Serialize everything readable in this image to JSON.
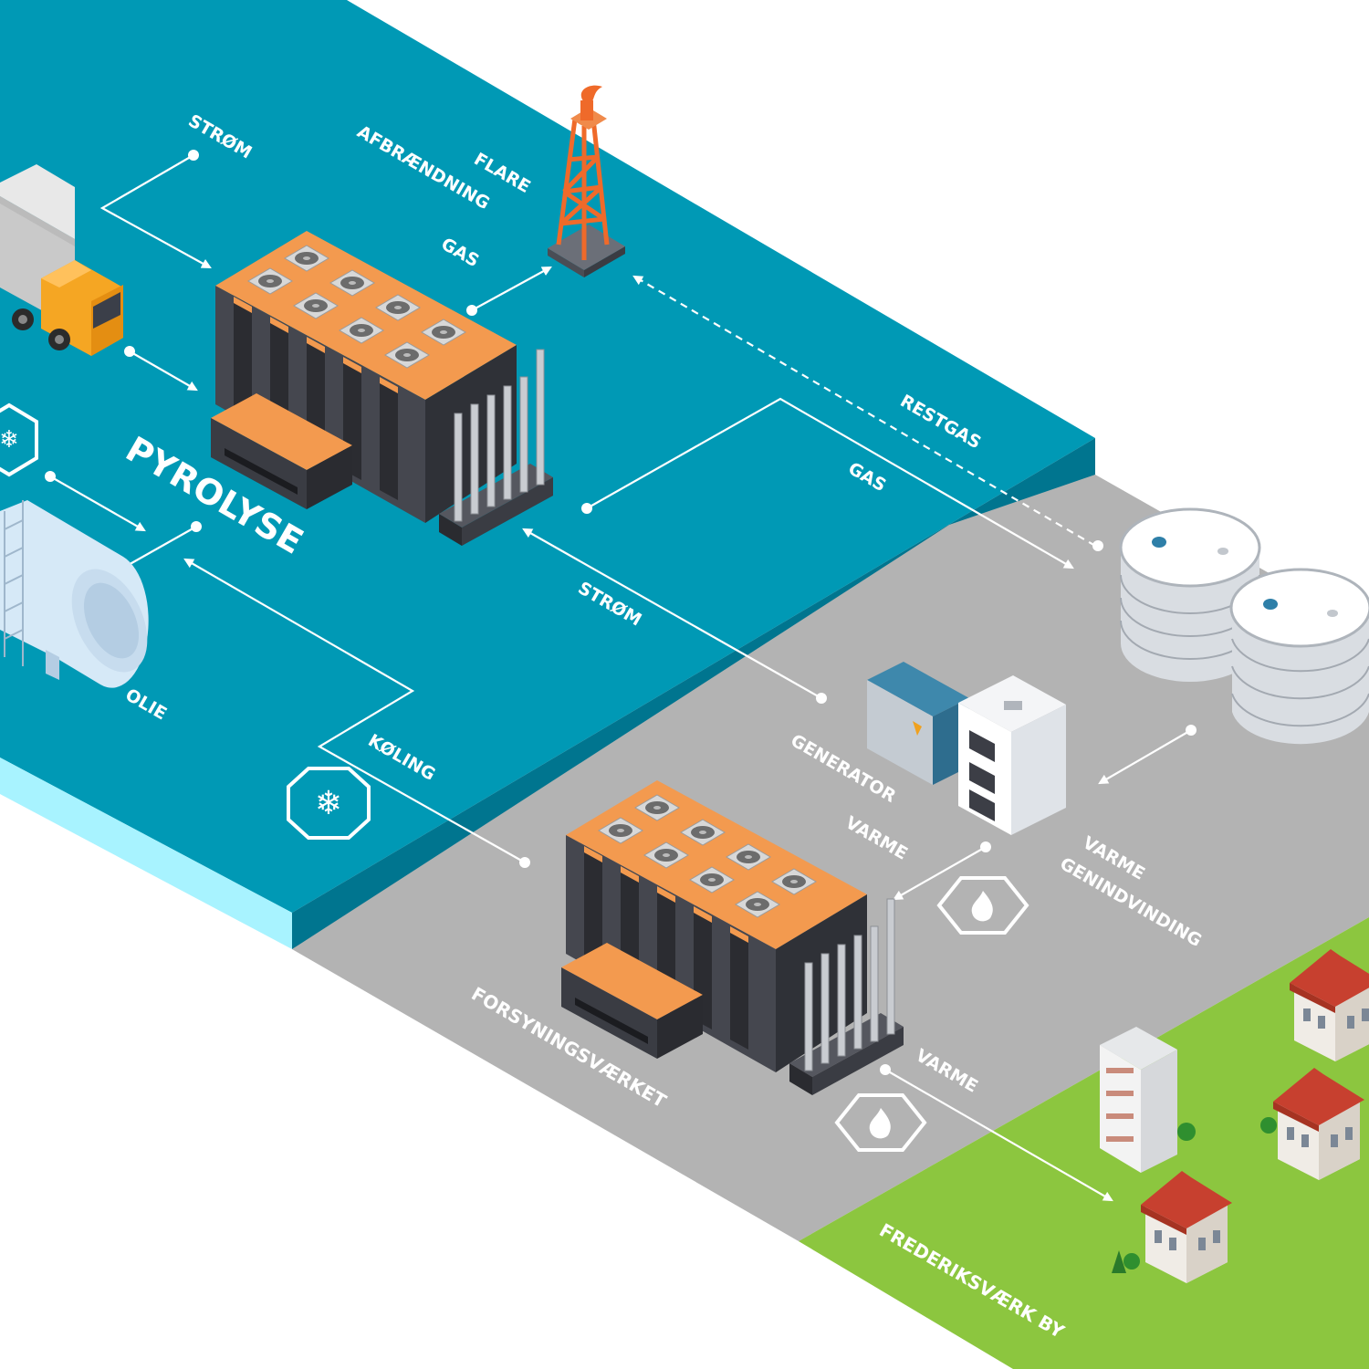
{
  "colors": {
    "pyrolysis_zone": "#0099b5",
    "utility_zone": "#b3b3b3",
    "town_zone": "#8cc63f",
    "building_roof": "#f39a4f",
    "building_wall": "#3f4149",
    "flare_tower": "#ef6a2a"
  },
  "zones": {
    "pyrolysis": "PYROLYSE",
    "utility": "FORSYNINGSVÆRKET",
    "town": "FREDERIKSVÆRK BY"
  },
  "flows": {
    "strom_in": "STRØM",
    "flare_1": "FLARE",
    "flare_2": "AFBRÆNDNING",
    "gas_flare": "GAS",
    "restgas": "RESTGAS",
    "gas_tank": "GAS",
    "strom_return": "STRØM",
    "olie": "OLIE",
    "koling": "KØLING",
    "generator": "GENERATOR",
    "varme_gen": "VARME",
    "varme_recovery_1": "VARME",
    "varme_recovery_2": "GENINDVINDING",
    "varme_town": "VARME"
  },
  "icons": [
    "snowflake-icon",
    "flame-icon",
    "truck-icon",
    "flare-tower-icon",
    "oil-tank-icon",
    "gas-tank-icon",
    "generator-icon",
    "house-icon"
  ]
}
